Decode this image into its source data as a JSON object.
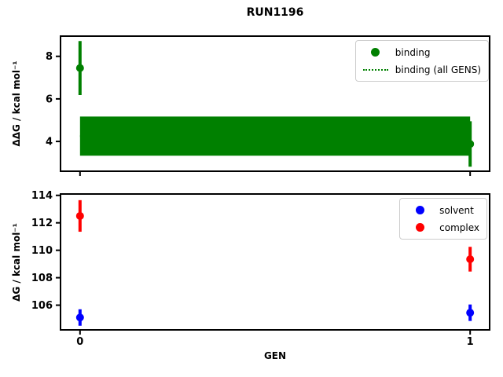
{
  "figure": {
    "title": "RUN1196",
    "background_color": "#ffffff",
    "axis_color": "#000000"
  },
  "chart_data": [
    {
      "type": "scatter",
      "title": "RUN1196",
      "xlabel": "",
      "ylabel": "ΔΔG / kcal mol⁻¹",
      "x": [
        0,
        1
      ],
      "xlim": [
        -0.05,
        1.05
      ],
      "ylim": [
        2.6,
        8.95
      ],
      "yticks": [
        4,
        6,
        8
      ],
      "xticks": [
        0,
        1
      ],
      "show_xticklabels": false,
      "grid": false,
      "legend_position": "upper right",
      "series": [
        {
          "name": "binding",
          "kind": "errorbar",
          "marker": "circle",
          "color": "#008000",
          "values": [
            7.45,
            3.88
          ],
          "yerr": [
            1.27,
            1.07
          ]
        },
        {
          "name": "binding (all GENS)",
          "kind": "band",
          "line_style": "dotted",
          "color": "#008000",
          "mean": 4.25,
          "lower": 3.33,
          "upper": 5.17,
          "x_range": [
            0,
            1
          ]
        }
      ]
    },
    {
      "type": "scatter",
      "title": "",
      "xlabel": "GEN",
      "ylabel": "ΔG / kcal mol⁻¹",
      "x": [
        0,
        1
      ],
      "xlim": [
        -0.05,
        1.05
      ],
      "ylim": [
        104.2,
        114.1
      ],
      "yticks": [
        106,
        108,
        110,
        112,
        114
      ],
      "xticks": [
        0,
        1
      ],
      "show_xticklabels": true,
      "grid": false,
      "legend_position": "upper right",
      "series": [
        {
          "name": "solvent",
          "kind": "errorbar",
          "marker": "circle",
          "color": "#0000ff",
          "values": [
            105.1,
            105.45
          ],
          "yerr": [
            0.6,
            0.6
          ]
        },
        {
          "name": "complex",
          "kind": "errorbar",
          "marker": "circle",
          "color": "#ff0000",
          "values": [
            112.5,
            109.35
          ],
          "yerr": [
            1.15,
            0.9
          ]
        }
      ]
    }
  ]
}
